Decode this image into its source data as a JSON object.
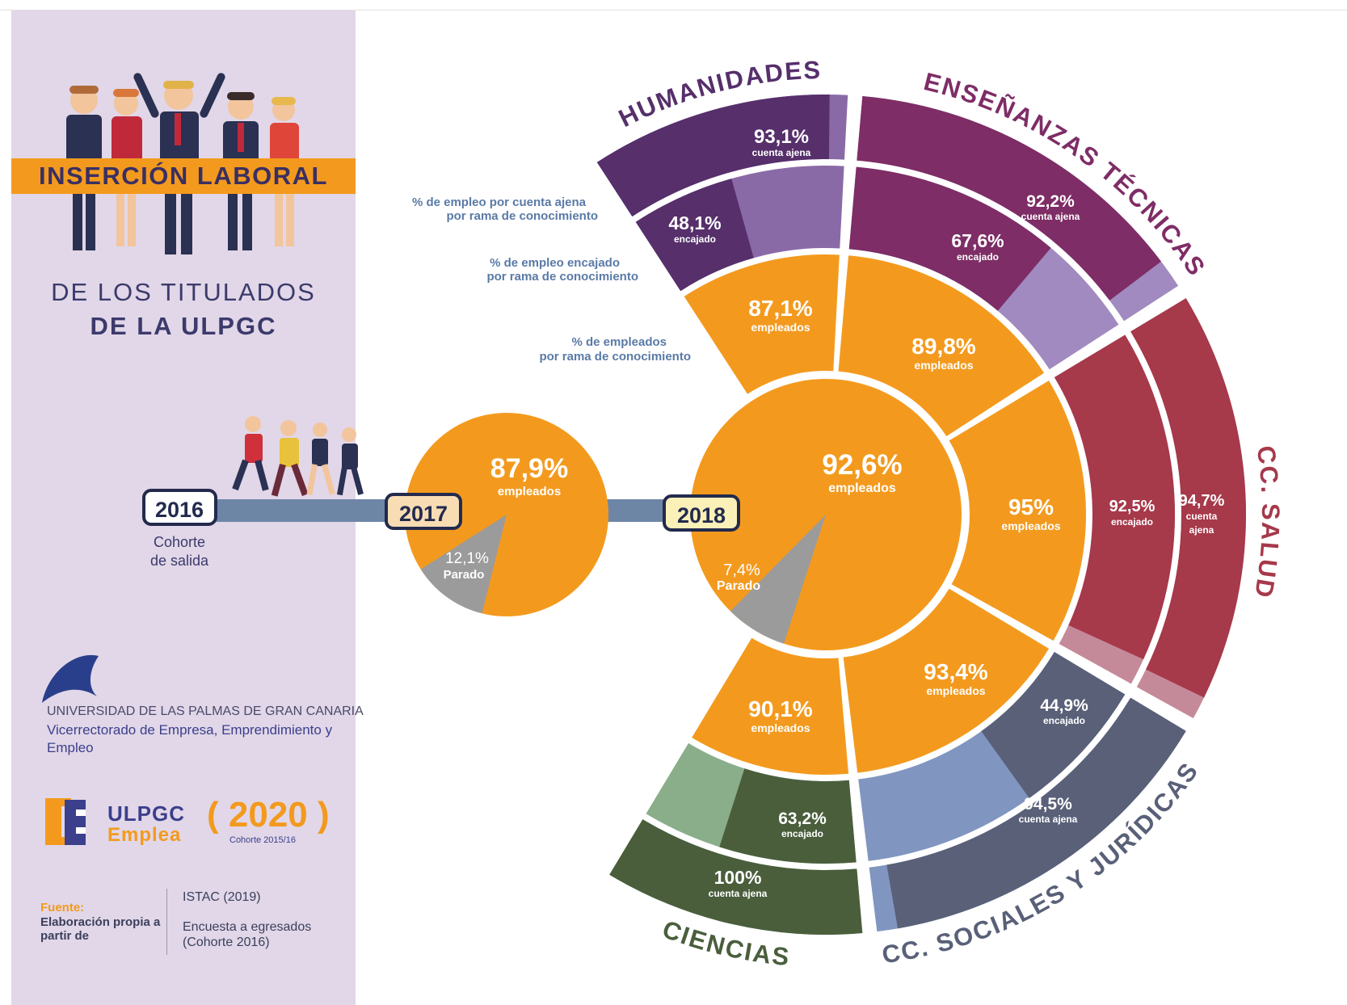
{
  "sidebar": {
    "title": "INSERCIÓN LABORAL",
    "subtitle_line1": "DE LOS TITULADOS",
    "subtitle_line2": "DE LA ULPGC",
    "university": "UNIVERSIDAD DE LAS PALMAS DE GRAN CANARIA",
    "vicerrectorado": "Vicerrectorado de Empresa, Emprendimiento y Empleo",
    "brand_line1": "ULPGC",
    "brand_line2": "Emplea",
    "brand_year": "( 2020 )",
    "brand_cohort": "Cohorte 2015/16",
    "source_label": "Fuente:",
    "source_text": "Elaboración propia a partir de",
    "source_istac": "ISTAC (2019)",
    "source_survey": "Encuesta a  egresados (Cohorte 2016)"
  },
  "timeline": {
    "y2016": "2016",
    "y2017": "2017",
    "y2018": "2018",
    "cohort_line1": "Cohorte",
    "cohort_line2": "de salida"
  },
  "legend": {
    "ajena_line1": "% de empleo por cuenta ajena",
    "ajena_line2": "por rama de conocimiento",
    "encajado_line1": "% de empleo  encajado",
    "encajado_line2": "por rama de conocimiento",
    "empleados_line1": "% de empleados",
    "empleados_line2": "por rama de conocimiento"
  },
  "pie2017": {
    "empleados": "87,9%",
    "empleados_label": "empleados",
    "parado": "12,1%",
    "parado_label": "Parado",
    "parado_fraction": 0.121
  },
  "pie2018": {
    "empleados": "92,6%",
    "empleados_label": "empleados",
    "parado": "7,4%",
    "parado_label": "Parado",
    "parado_fraction": 0.074
  },
  "branches": {
    "humanidades": {
      "name": "HUMANIDADES",
      "empleados": "87,1%",
      "encajado": "48,1%",
      "ajena": "93,1%",
      "encajado_fraction": 0.481,
      "ajena_fraction": 0.931
    },
    "tecnicas": {
      "name": "ENSEÑANZAS TÉCNICAS",
      "empleados": "89,8%",
      "encajado": "67,6%",
      "ajena": "92,2%",
      "encajado_fraction": 0.676,
      "ajena_fraction": 0.922
    },
    "salud": {
      "name": "CC. SALUD",
      "empleados": "95%",
      "encajado": "92,5%",
      "ajena_value": "94,7%",
      "encajado_fraction": 0.925,
      "ajena_fraction": 0.947
    },
    "sociales": {
      "name": "CC. SOCIALES Y JURÍDICAS",
      "empleados": "93,4%",
      "encajado": "44,9%",
      "ajena": "94,5%",
      "encajado_fraction": 0.449,
      "ajena_fraction": 0.945
    },
    "ciencias": {
      "name": "CIENCIAS",
      "empleados": "90,1%",
      "encajado": "63,2%",
      "ajena": "100%",
      "encajado_fraction": 0.632,
      "ajena_fraction": 1.0
    }
  },
  "labels": {
    "empleados": "empleados",
    "encajado": "encajado",
    "cuenta_ajena": "cuenta ajena",
    "cuenta": "cuenta",
    "ajena": "ajena"
  },
  "colors": {
    "orange": "#f39a1e",
    "gray": "#9b9b9b",
    "humanidades": "#562f6b",
    "tecnicas": "#7e2d66",
    "salud": "#a6394a",
    "sociales": "#596078",
    "ciencias": "#4a5e3c",
    "timeline": "#6e86a6",
    "navy": "#232a4d"
  }
}
